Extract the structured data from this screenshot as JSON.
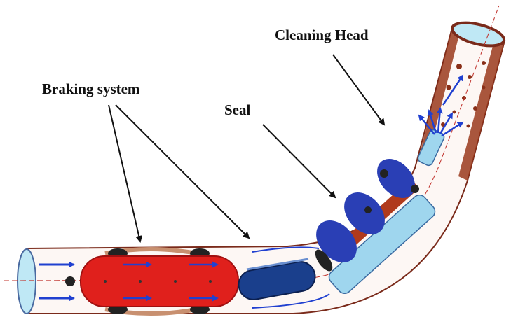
{
  "labels": {
    "braking_system": "Braking system",
    "seal": "Seal",
    "cleaning_head": "Cleaning Head"
  },
  "colors": {
    "pipe_outline": "#7a2a1a",
    "deposit": "#9a3a1c",
    "robot_body": "#e0201c",
    "connector": "#1a3f8c",
    "seal_disc": "#2a3fb5",
    "flow_arrow": "#2040d0",
    "pipe_end": "#bfe8f5"
  },
  "icons": {
    "flow": "arrow-icon",
    "jet": "water-jet-icon"
  }
}
